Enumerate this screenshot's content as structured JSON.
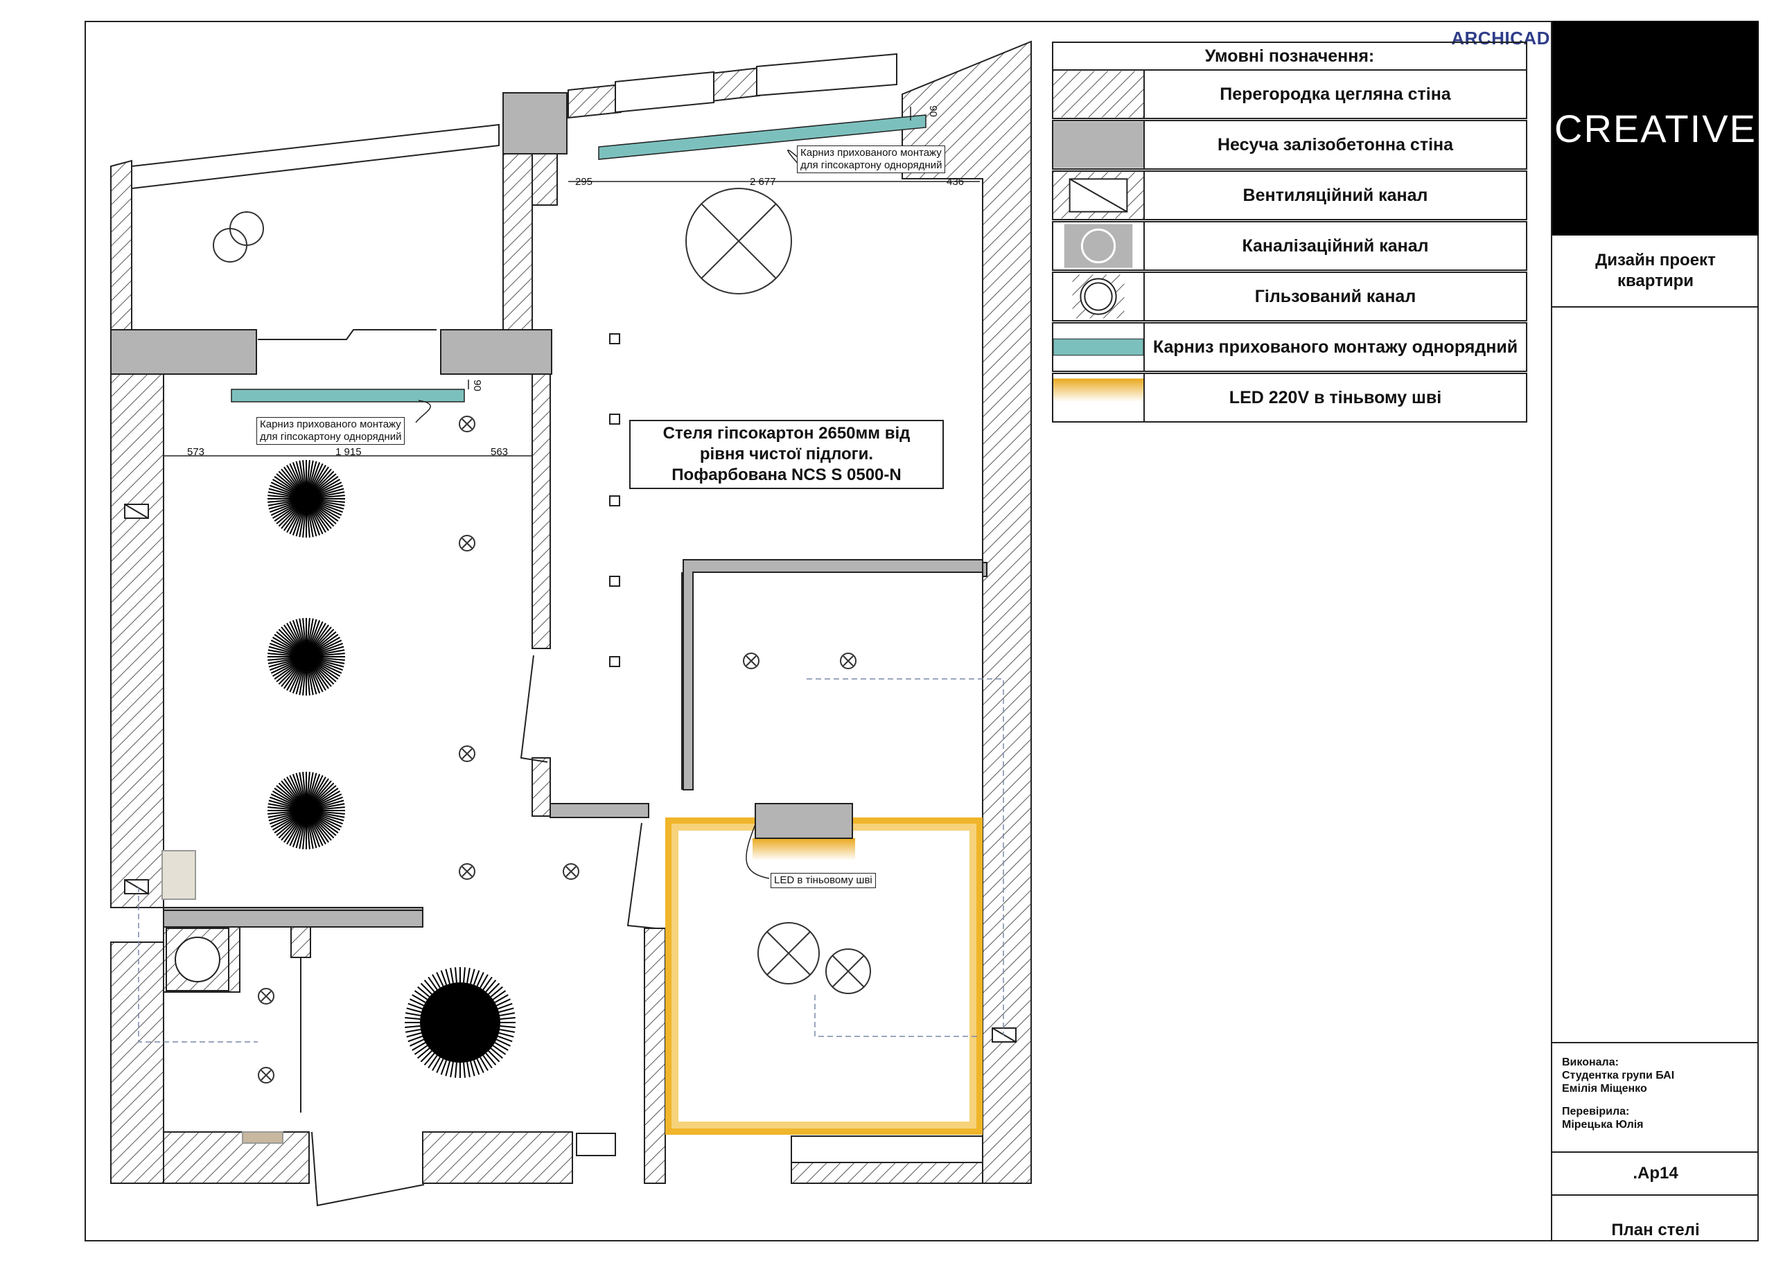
{
  "watermark": "ARCHICAD EDUCATION VERSION",
  "legend": {
    "title": "Умовні позначення:",
    "items": [
      {
        "label": "Перегородка цегляна стіна",
        "symbol": "brick-partition"
      },
      {
        "label": "Несуча залізобетонна стіна",
        "symbol": "concrete-wall"
      },
      {
        "label": "Вентиляційний канал",
        "symbol": "ventilation-duct"
      },
      {
        "label": "Каналізаційний канал",
        "symbol": "sewer-duct"
      },
      {
        "label": "Гільзований канал",
        "symbol": "sleeved-duct"
      },
      {
        "label": "Карниз прихованого монтажу однорядний",
        "symbol": "hidden-cornice"
      },
      {
        "label": "LED 220V в тіньвому шві",
        "symbol": "led-strip"
      }
    ]
  },
  "colors": {
    "concrete": "#b4b4b4",
    "cornice": "#7cc0bd",
    "led": "#f0b52a",
    "hatch": "#555555"
  },
  "title_block": {
    "logo": "CREATIVE",
    "project": "Дизайн проект\nквартири",
    "performed_label": "Виконала:",
    "performed_by": "Студентка групи БАІ\nЕмілія Міщенко",
    "checked_label": "Перевірила:",
    "checked_by": "Мірецька Юлія",
    "sheet_number": ".Ар14",
    "sheet_name": "План стелі"
  },
  "plan": {
    "ceiling_note": "Стеля гіпсокартон 2650мм від\nрівня чистої підлоги.\nПофарбована NCS S 0500-N",
    "cornice_callout": "Карниз прихованого монтажу\nдля гіпсокартону однорядний",
    "led_callout": "LED в тіньовому шві",
    "dims_top": [
      "295",
      "2 677",
      "436"
    ],
    "dims_left": [
      "573",
      "1 915",
      "563"
    ],
    "dim_offset": "90"
  }
}
